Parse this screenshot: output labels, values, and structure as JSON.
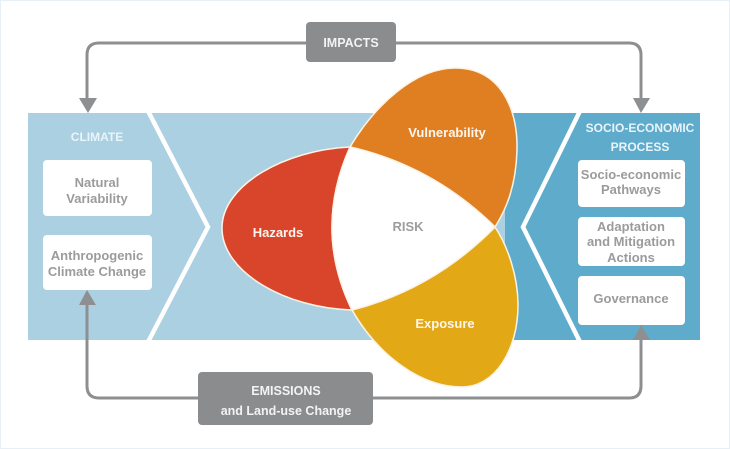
{
  "colors": {
    "climate_panel": "#abd0e2",
    "socio_panel": "#5eabcb",
    "hazards": "#d9452a",
    "vulnerability": "#e07f22",
    "exposure": "#e3a816",
    "risk_center": "#ffffff",
    "label_box": "#8b8c8e"
  },
  "impacts": {
    "label": "IMPACTS"
  },
  "emissions": {
    "lines": [
      "EMISSIONS",
      "and Land-use Change"
    ]
  },
  "climate": {
    "heading": "CLIMATE",
    "boxes": [
      {
        "lines": [
          "Natural",
          "Variability"
        ]
      },
      {
        "lines": [
          "Anthropogenic",
          "Climate Change"
        ]
      }
    ]
  },
  "socio_economic": {
    "heading_lines": [
      "SOCIO-ECONOMIC",
      "PROCESS"
    ],
    "boxes": [
      {
        "lines": [
          "Socio-economic",
          "Pathways"
        ]
      },
      {
        "lines": [
          "Adaptation",
          "and Mitigation",
          "Actions"
        ]
      },
      {
        "lines": [
          "Governance"
        ]
      }
    ]
  },
  "risk": {
    "center_label": "RISK",
    "components": [
      {
        "name": "Hazards"
      },
      {
        "name": "Vulnerability"
      },
      {
        "name": "Exposure"
      }
    ]
  }
}
